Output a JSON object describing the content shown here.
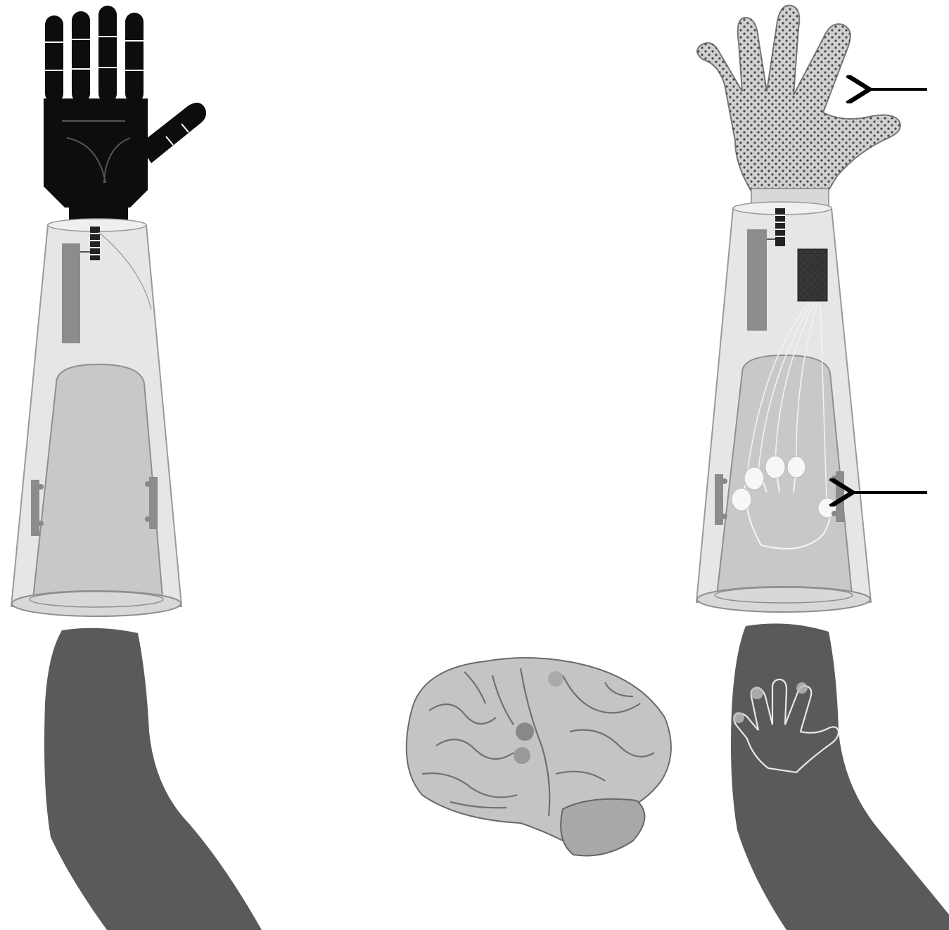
{
  "figure": {
    "panels": [
      {
        "id": "left",
        "components": [
          "robotic-hand",
          "prosthetic-socket",
          "residual-limb"
        ],
        "hand_color": "#0d0d0d"
      },
      {
        "id": "right",
        "components": [
          "sensorized-glove",
          "prosthetic-socket",
          "stimulator-module",
          "tactile-stimulator-array",
          "residual-limb",
          "phantom-hand-map"
        ],
        "glove_color": "#cfcfcf",
        "arrows": 2
      }
    ],
    "center": {
      "components": [
        "brain"
      ]
    },
    "colors": {
      "limb": "#5a5a5a",
      "socket_fill": "#dcdcdc",
      "socket_inner": "#c6c6c6",
      "strip": "#8a8a8a",
      "brain": "#bdbdbd",
      "arrow": "#000000"
    }
  }
}
